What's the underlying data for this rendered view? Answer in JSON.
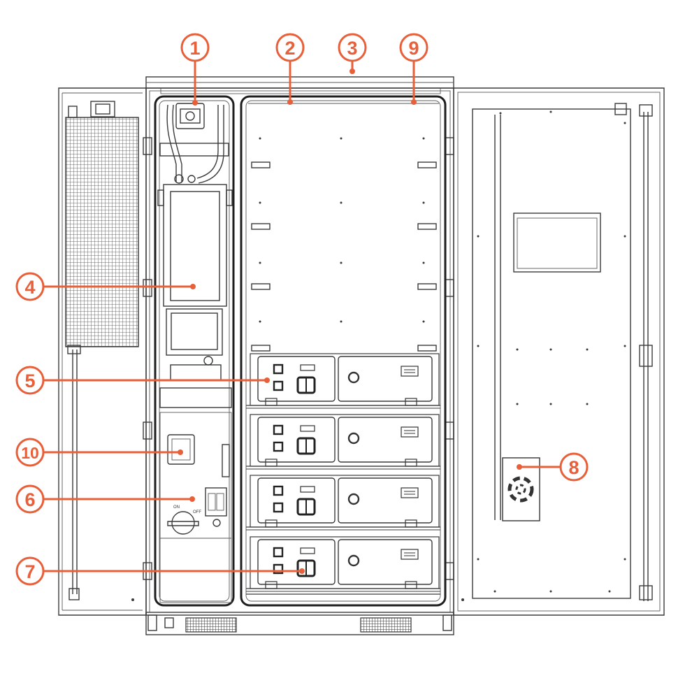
{
  "diagram": {
    "callouts": [
      {
        "id": "c1",
        "label": "1"
      },
      {
        "id": "c2",
        "label": "2"
      },
      {
        "id": "c3",
        "label": "3"
      },
      {
        "id": "c4",
        "label": "4"
      },
      {
        "id": "c5",
        "label": "5"
      },
      {
        "id": "c6",
        "label": "6"
      },
      {
        "id": "c7",
        "label": "7"
      },
      {
        "id": "c8",
        "label": "8"
      },
      {
        "id": "c9",
        "label": "9"
      },
      {
        "id": "c10",
        "label": "10"
      }
    ],
    "switch_label_on": "ON",
    "switch_label_off": "OFF",
    "accent_color": "#e8603a",
    "line_color": "#3a3a3a"
  }
}
